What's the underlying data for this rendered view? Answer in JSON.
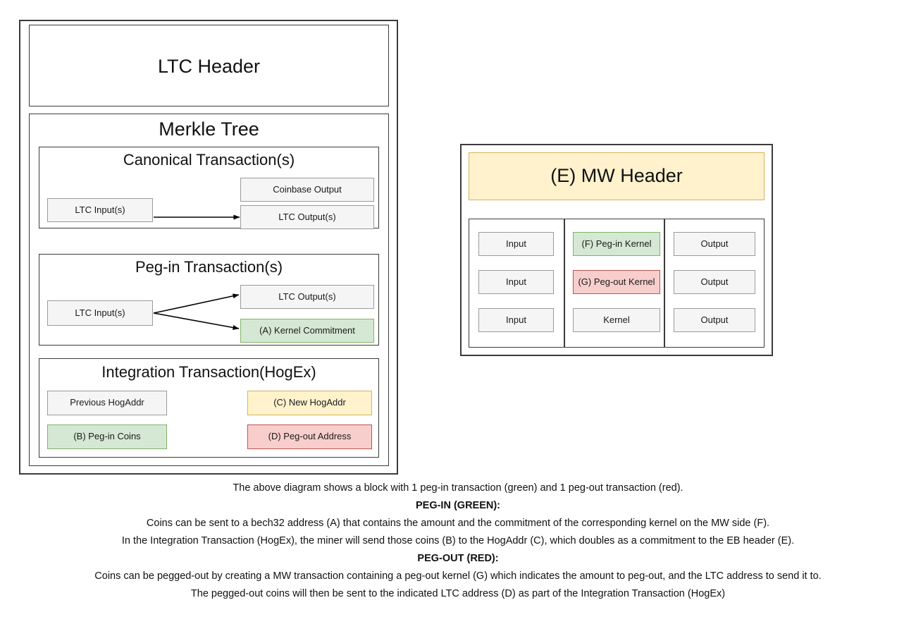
{
  "diagram": {
    "ltc_block": {
      "header_label": "LTC Header",
      "merkle_label": "Merkle Tree",
      "canonical": {
        "title": "Canonical Transaction(s)",
        "input_label": "LTC Input(s)",
        "coinbase_output_label": "Coinbase Output",
        "ltc_output_label": "LTC Output(s)"
      },
      "pegin": {
        "title": "Peg-in Transaction(s)",
        "input_label": "LTC Input(s)",
        "ltc_output_label": "LTC Output(s)",
        "kernel_commitment_label": "(A) Kernel Commitment"
      },
      "integration": {
        "title": "Integration Transaction(HogEx)",
        "previous_hogaddr_label": "Previous HogAddr",
        "pegin_coins_label": "(B) Peg-in Coins",
        "new_hogaddr_label": "(C) New HogAddr",
        "pegout_address_label": "(D) Peg-out Address"
      }
    },
    "mw_block": {
      "header_label": "(E) MW Header",
      "columns": {
        "inputs": [
          "Input",
          "Input",
          "Input"
        ],
        "kernels": [
          "(F) Peg-in Kernel",
          "(G) Peg-out Kernel",
          "Kernel"
        ],
        "outputs": [
          "Output",
          "Output",
          "Output"
        ]
      }
    }
  },
  "caption": {
    "lines": [
      {
        "text": "The above diagram shows a block with 1 peg-in transaction (green) and 1 peg-out transaction (red).",
        "bold": false
      },
      {
        "text": "PEG-IN (GREEN):",
        "bold": true
      },
      {
        "text": "Coins can be sent to a bech32 address (A) that contains the amount and the commitment of the corresponding kernel on the MW side (F).",
        "bold": false
      },
      {
        "text": "In the Integration Transaction (HogEx), the miner will send those coins (B) to the HogAddr (C), which doubles as a commitment to the EB header (E).",
        "bold": false
      },
      {
        "text": "PEG-OUT (RED):",
        "bold": true
      },
      {
        "text": "Coins can be pegged-out by creating a MW transaction containing a peg-out kernel (G) which indicates the amount to peg-out, and the LTC address to send it to.",
        "bold": false
      },
      {
        "text": "The pegged-out coins will then be sent to the indicated LTC address (D) as part of the Integration Transaction (HogEx)",
        "bold": false
      }
    ]
  },
  "colors": {
    "green_fill": "#d5e8d4",
    "green_border": "#82b366",
    "red_fill": "#f8cecc",
    "red_border": "#b85450",
    "yellow_fill": "#fff2cc",
    "yellow_border": "#d6b656",
    "gray_fill": "#f5f5f5",
    "gray_border": "#9a9a9a",
    "frame_border": "#3b3b3b"
  }
}
